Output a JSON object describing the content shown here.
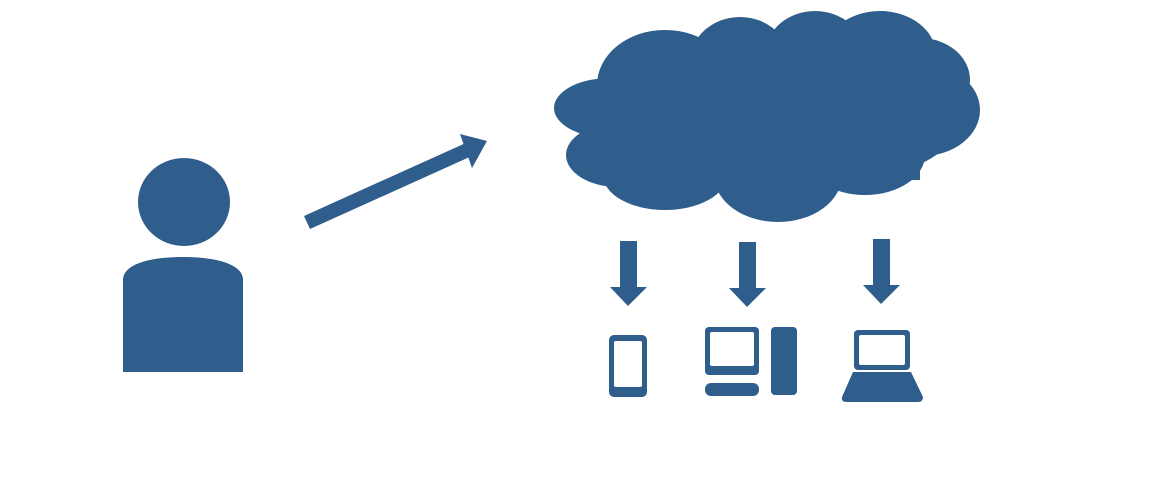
{
  "diagram": {
    "colors": {
      "primary": "#2f5e8c",
      "background": "#ffffff"
    },
    "nodes": [
      {
        "id": "user",
        "icon": "person-icon"
      },
      {
        "id": "cloud",
        "icon": "cloud-icon"
      },
      {
        "id": "smartphone",
        "icon": "smartphone-icon"
      },
      {
        "id": "desktop",
        "icon": "desktop-computer-icon"
      },
      {
        "id": "laptop",
        "icon": "laptop-icon"
      }
    ],
    "edges": [
      {
        "from": "user",
        "to": "cloud",
        "icon": "arrow-up-right-icon"
      },
      {
        "from": "cloud",
        "to": "smartphone",
        "icon": "arrow-down-icon"
      },
      {
        "from": "cloud",
        "to": "desktop",
        "icon": "arrow-down-icon"
      },
      {
        "from": "cloud",
        "to": "laptop",
        "icon": "arrow-down-icon"
      }
    ]
  }
}
